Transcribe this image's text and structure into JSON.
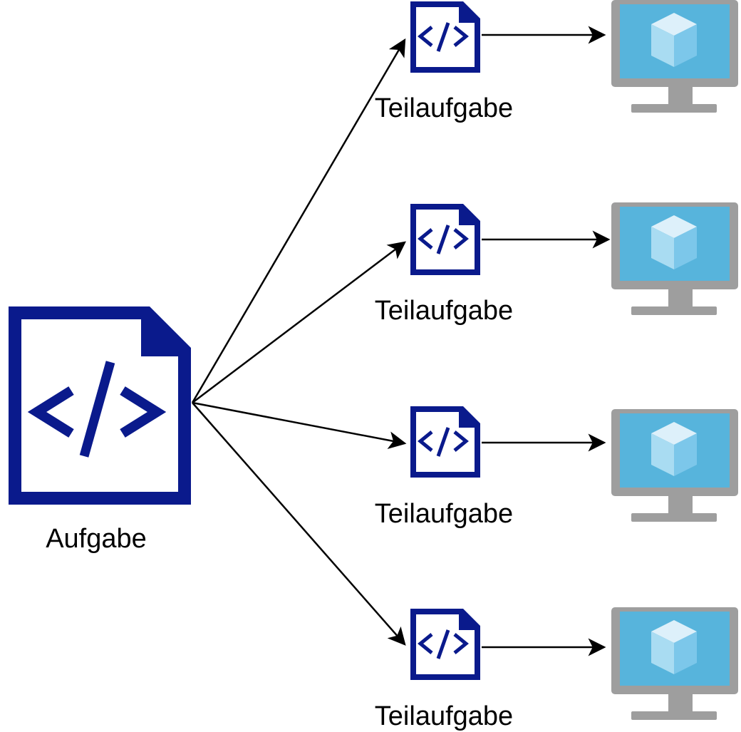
{
  "main_task": {
    "label": "Aufgabe",
    "icon": "code-file-icon"
  },
  "subtasks": [
    {
      "label": "Teilaufgabe",
      "icon": "code-file-icon",
      "target_icon": "virtual-machine-icon"
    },
    {
      "label": "Teilaufgabe",
      "icon": "code-file-icon",
      "target_icon": "virtual-machine-icon"
    },
    {
      "label": "Teilaufgabe",
      "icon": "code-file-icon",
      "target_icon": "virtual-machine-icon"
    },
    {
      "label": "Teilaufgabe",
      "icon": "code-file-icon",
      "target_icon": "virtual-machine-icon"
    }
  ],
  "colors": {
    "file_stroke": "#0a1a8c",
    "monitor_frame": "#9e9e9e",
    "monitor_screen": "#57b4dc",
    "cube_light": "#ddf0fa",
    "cube_mid": "#a9dcf2",
    "cube_dark": "#7cc7ea",
    "arrow": "#000000"
  }
}
